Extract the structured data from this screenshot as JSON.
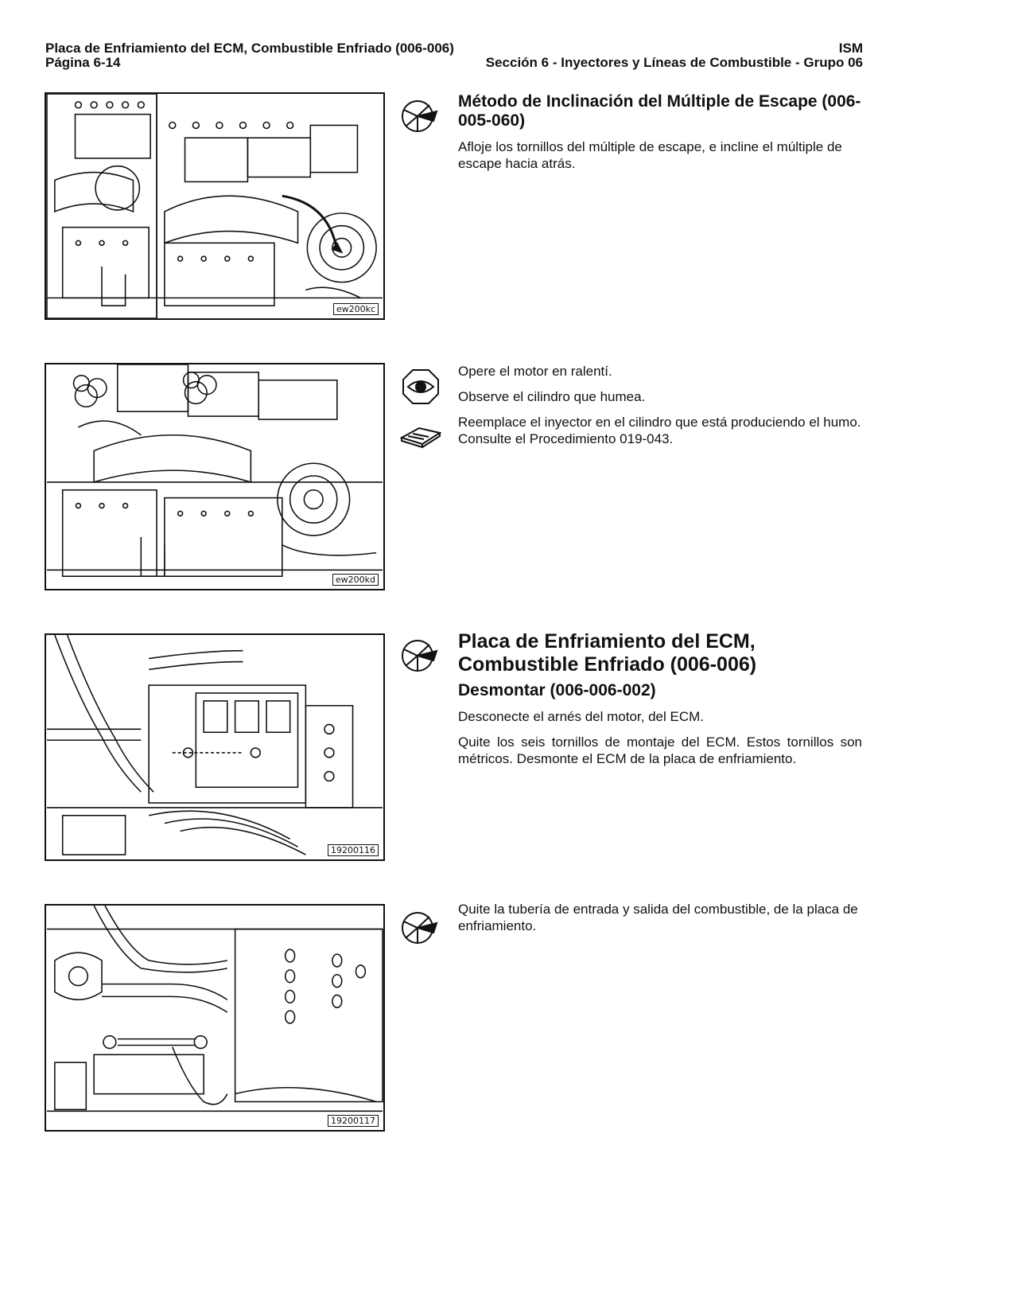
{
  "header": {
    "left_top": "Placa de Enfriamiento del ECM, Combustible Enfriado (006-006)",
    "right_top": "ISM",
    "left_bottom": "Página 6-14",
    "right_bottom": "Sección 6 - Inyectores y Líneas de Combustible - Grupo 06"
  },
  "figures": {
    "fig1_code": "ew200kc",
    "fig2_code": "ew200kd",
    "fig3_code": "19200116",
    "fig4_code": "19200117"
  },
  "icons": {
    "step1": "tool-wrench-icon",
    "step2a": "eye-inspect-icon",
    "step2b": "reference-book-icon",
    "step3": "tool-wrench-icon",
    "step4": "tool-wrench-icon"
  },
  "sections": {
    "s1": {
      "title": "Método de Inclinación del Múltiple de Escape (006-005-060)",
      "p1": "Afloje los tornillos del múltiple de escape, e incline el múltiple de escape hacia atrás."
    },
    "s2": {
      "p1": "Opere el motor en ralentí.",
      "p2": "Observe el cilindro que humea.",
      "p3": "Reemplace el inyector en el cilindro que está produciendo el humo. Consulte el Procedimiento 019-043."
    },
    "s3": {
      "title": "Placa de Enfriamiento del ECM, Combustible Enfriado (006-006)",
      "subtitle": "Desmontar (006-006-002)",
      "p1": "Desconecte el arnés del motor, del ECM.",
      "p2": "Quite los seis tornillos de montaje del ECM. Estos tornillos son métricos. Desmonte el ECM de la placa de enfriamiento."
    },
    "s4": {
      "p1": "Quite la tubería de entrada y salida del combustible, de la placa de enfriamiento."
    }
  }
}
